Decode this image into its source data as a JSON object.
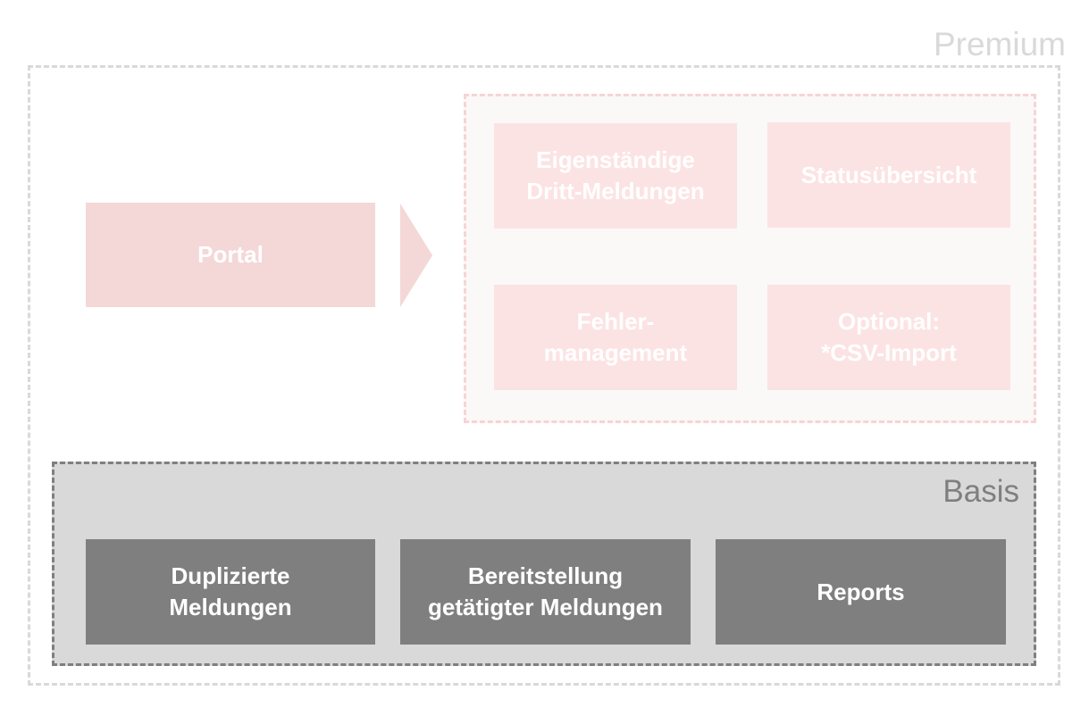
{
  "premium": {
    "label": "Premium",
    "portal": "Portal",
    "features": [
      "Eigenständige\nDritt-Meldungen",
      "Statusübersicht",
      "Fehler-\nmanagement",
      "Optional:\n*CSV-Import"
    ]
  },
  "basis": {
    "label": "Basis",
    "items": [
      "Duplizierte\nMeldungen",
      "Bereitstellung\ngetätigter Meldungen",
      "Reports"
    ]
  },
  "colors": {
    "premium_border": "#d9d9d9",
    "portal_fill": "#f4d7d7",
    "feature_fill": "#fce3e3",
    "feature_frame_border": "#f9d3d3",
    "basis_fill": "#d9d9d9",
    "basis_border": "#7f7f7f",
    "basis_item_fill": "#7f7f7f"
  }
}
